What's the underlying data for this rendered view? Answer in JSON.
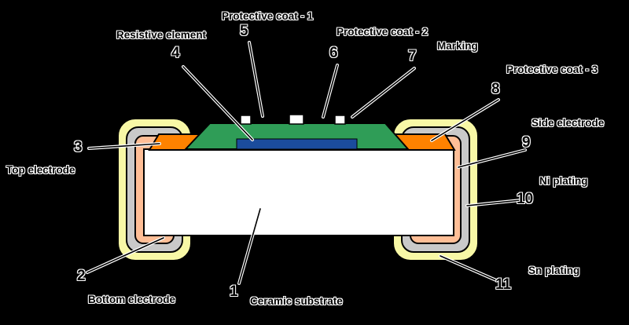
{
  "labels": [
    {
      "number": "1",
      "text": "Ceramic substrate"
    },
    {
      "number": "2",
      "text": "Bottom electrode"
    },
    {
      "number": "3",
      "text": "Top electrode"
    },
    {
      "number": "4",
      "text": "Resistive element"
    },
    {
      "number": "5",
      "text": "Protective coat - 1"
    },
    {
      "number": "6",
      "text": "Protective coat - 2"
    },
    {
      "number": "7",
      "text": "Marking"
    },
    {
      "number": "8",
      "text": "Protective coat - 3"
    },
    {
      "number": "9",
      "text": "Side electrode"
    },
    {
      "number": "10",
      "text": "Ni plating"
    },
    {
      "number": "11",
      "text": "Sn plating"
    }
  ],
  "colors": {
    "sn_plating": "#F8F8A6",
    "ni_plating": "#C9C9C9",
    "side_electrode": "#FFBE96",
    "top_electrode": "#FF8200",
    "resistive_green": "#2F9D57",
    "marking_blue": "#1B4C9C",
    "substrate": "#FFFFFF",
    "outline": "#000000",
    "background": "#000000"
  }
}
